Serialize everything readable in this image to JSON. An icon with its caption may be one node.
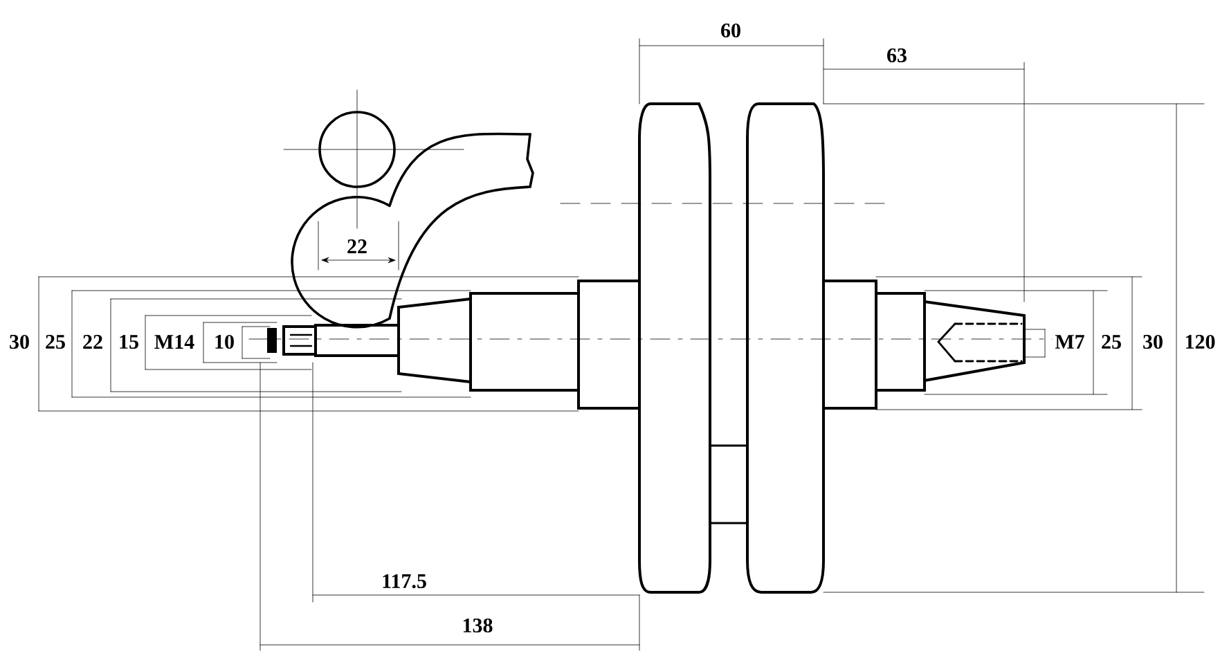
{
  "diagram": {
    "labels": [
      "60",
      "63",
      "22",
      "30",
      "25",
      "22",
      "15",
      "M14",
      "10",
      "M7",
      "25",
      "30",
      "120",
      "117.5",
      "138"
    ]
  }
}
